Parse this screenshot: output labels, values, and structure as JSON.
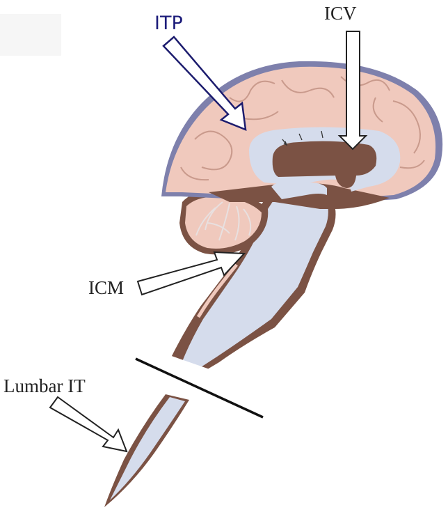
{
  "labels": {
    "itp": "ITP",
    "icv": "ICV",
    "icm": "ICM",
    "lumbar": "Lumbar IT"
  },
  "colors": {
    "brain_tissue": "#f0c9bd",
    "brain_outline": "#8a5c4d",
    "meninges": "#7e80ac",
    "csf": "#d5dcec",
    "dark_tissue": "#7b5244",
    "itp_arrow_outline": "#1c1c6e",
    "arrow_fill": "#ffffff",
    "divider": "#111111"
  }
}
